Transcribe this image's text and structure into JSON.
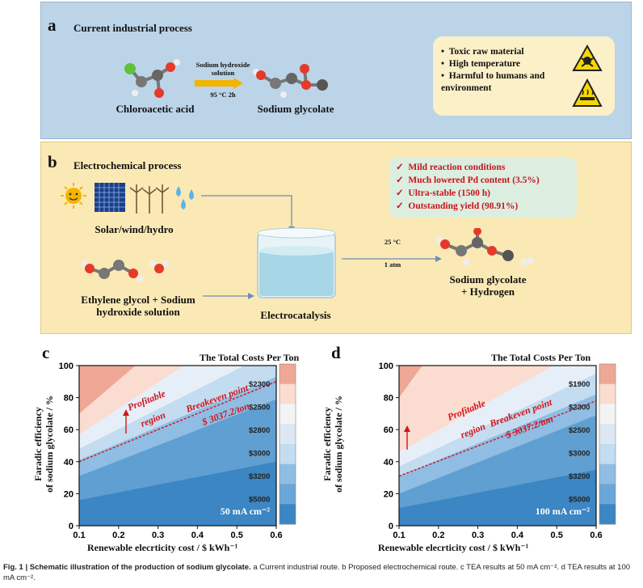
{
  "panel_a": {
    "letter": "a",
    "title": "Current industrial process",
    "reactant": "Chloroacetic acid",
    "condition_top": "Sodium hydroxide solution",
    "condition_bottom": "95 °C 2h",
    "product": "Sodium glycolate",
    "hazards": [
      "Toxic raw material",
      "High temperature",
      "Harmful to humans and environment"
    ],
    "colors": {
      "background": "#bcd4e8",
      "hazard_box": "#fbf0c7",
      "arrow": "#f2b400"
    }
  },
  "panel_b": {
    "letter": "b",
    "title": "Electrochemical process",
    "energy_label": "Solar/wind/hydro",
    "feed_label_1": "Ethylene glycol + Sodium",
    "feed_label_2": "hydroxide solution",
    "cell_label": "Electrocatalysis",
    "condition_1": "25 °C",
    "condition_2": "1 atm",
    "product_1": "Sodium glycolate",
    "product_2": "+ Hydrogen",
    "advantages": [
      "Mild reaction conditions",
      "Much lowered Pd content (3.5%)",
      "Ultra-stable (1500 h)",
      "Outstanding yield (98.91%)"
    ],
    "colors": {
      "background": "#fbe9b5",
      "advantage_box": "#dbeee0",
      "check": "#c8141e"
    }
  },
  "chart_data": [
    {
      "panel": "c",
      "type": "heatmap",
      "title": "The Total Costs Per Ton",
      "xlabel": "Renewable elecrticity cost / $ kWh⁻¹",
      "ylabel_1": "Faradic efficiency",
      "ylabel_2": "of sodium glycolate / %",
      "xlim": [
        0.1,
        0.6
      ],
      "ylim": [
        0,
        100
      ],
      "xticks": [
        "0.1",
        "0.2",
        "0.3",
        "0.4",
        "0.5",
        "0.6"
      ],
      "yticks": [
        "0",
        "20",
        "40",
        "60",
        "80",
        "100"
      ],
      "colorbar_labels": [
        "$2300",
        "$2500",
        "$2800",
        "$3000",
        "$3200",
        "$5000"
      ],
      "annotation": "50 mA cm⁻²",
      "profitable_label_1": "Profitable",
      "profitable_label_2": "region",
      "breakeven_label_1": "Breakeven point",
      "breakeven_label_2": "$ 3037.2/ton",
      "breakeven_line": [
        [
          0.1,
          40
        ],
        [
          0.6,
          90
        ]
      ],
      "contours": [
        {
          "color": "#3b86c3",
          "line": [
            [
              0.1,
              16
            ],
            [
              0.6,
              40
            ]
          ]
        },
        {
          "color": "#5f9fd2",
          "line": [
            [
              0.1,
              31
            ],
            [
              0.6,
              79
            ]
          ]
        },
        {
          "color": "#8fbde3",
          "line": [
            [
              0.1,
              41
            ],
            [
              0.6,
              93
            ]
          ]
        },
        {
          "color": "#c3dcf0",
          "line": [
            [
              0.1,
              48
            ],
            [
              0.6,
              110
            ]
          ]
        },
        {
          "color": "#e6eff7",
          "line": [
            [
              0.1,
              57
            ],
            [
              0.6,
              138
            ]
          ]
        },
        {
          "color": "#fbdcd0",
          "line": [
            [
              0.1,
              70
            ],
            [
              0.6,
              175
            ]
          ]
        },
        {
          "color": "#eea895",
          "line": [
            [
              0.1,
              200
            ],
            [
              0.6,
              300
            ]
          ]
        }
      ]
    },
    {
      "panel": "d",
      "type": "heatmap",
      "title": "The Total Costs Per Ton",
      "xlabel": "Renewable elecrticity cost / $ kWh⁻¹",
      "ylabel_1": "Faradic efficiency",
      "ylabel_2": "of sodium glycolate / %",
      "xlim": [
        0.1,
        0.6
      ],
      "ylim": [
        0,
        100
      ],
      "xticks": [
        "0.1",
        "0.2",
        "0.3",
        "0.4",
        "0.5",
        "0.6"
      ],
      "yticks": [
        "0",
        "20",
        "40",
        "60",
        "80",
        "100"
      ],
      "colorbar_labels": [
        "$1900",
        "$2300",
        "$2500",
        "$3000",
        "$3200",
        "$5000"
      ],
      "annotation": "100 mA cm⁻²",
      "profitable_label_1": "Profitable",
      "profitable_label_2": "region",
      "breakeven_label_1": "Breakeven point",
      "breakeven_label_2": "$ 3037.2/ton",
      "breakeven_line": [
        [
          0.1,
          31
        ],
        [
          0.6,
          78
        ]
      ],
      "contours": [
        {
          "color": "#3b86c3",
          "line": [
            [
              0.1,
              11
            ],
            [
              0.6,
              35
            ]
          ]
        },
        {
          "color": "#5f9fd2",
          "line": [
            [
              0.1,
              20
            ],
            [
              0.6,
              69
            ]
          ]
        },
        {
          "color": "#8fbde3",
          "line": [
            [
              0.1,
              31
            ],
            [
              0.6,
              82
            ]
          ]
        },
        {
          "color": "#c3dcf0",
          "line": [
            [
              0.1,
              37
            ],
            [
              0.6,
              95
            ]
          ]
        },
        {
          "color": "#e6eff7",
          "line": [
            [
              0.1,
              46
            ],
            [
              0.6,
              115
            ]
          ]
        },
        {
          "color": "#fbdcd0",
          "line": [
            [
              0.1,
              80
            ],
            [
              0.6,
              250
            ]
          ]
        },
        {
          "color": "#eea895",
          "line": [
            [
              0.1,
              200
            ],
            [
              0.6,
              300
            ]
          ]
        }
      ]
    }
  ],
  "colorbar_colors": [
    "#eea895",
    "#fbdcd0",
    "#f3f3f6",
    "#dbe8f4",
    "#c3dcf0",
    "#8fbde3",
    "#6aa7d8",
    "#3b86c3"
  ],
  "caption": {
    "lead": "Fig. 1 | Schematic illustration of the production of sodium glycolate.",
    "text": " a Current industrial route. b Proposed electrochemical route. c TEA results at 50 mA cm⁻². d TEA results at 100 mA cm⁻²."
  }
}
